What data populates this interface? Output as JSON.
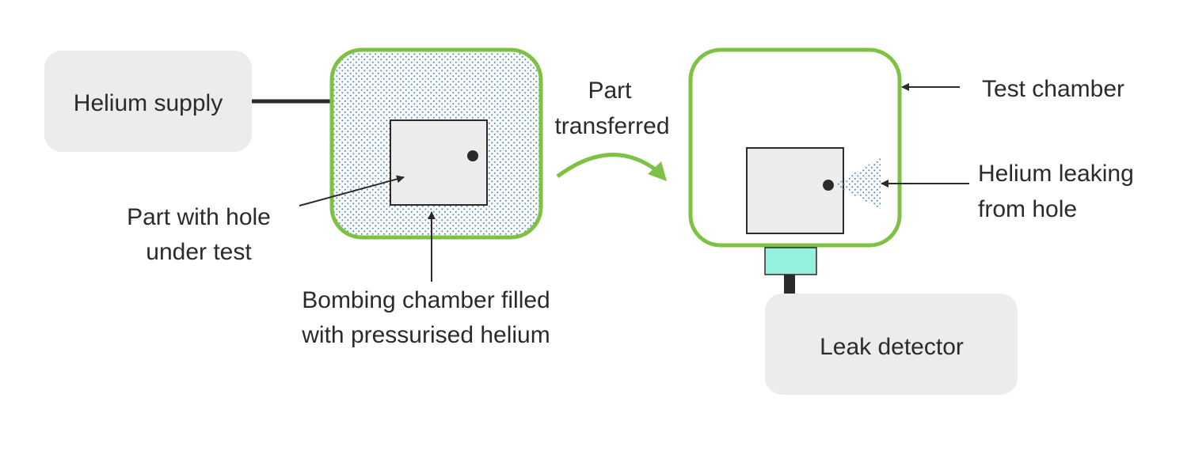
{
  "colors": {
    "chamber_border": "#7dc243",
    "helium_dots": "#4f8fb8",
    "box_fill": "#ececec",
    "sensor": "#96f0e0",
    "line": "#2b2b2b",
    "text": "#2b2b2b"
  },
  "labels": {
    "helium_supply": "Helium supply",
    "part_transferred_1": "Part",
    "part_transferred_2": "transferred",
    "test_chamber": "Test chamber",
    "helium_leaking_1": "Helium leaking",
    "helium_leaking_2": "from hole",
    "part_with_hole_1": "Part with hole",
    "part_with_hole_2": "under test",
    "bombing_chamber_1": "Bombing chamber filled",
    "bombing_chamber_2": "with pressurised helium",
    "leak_detector": "Leak detector"
  }
}
